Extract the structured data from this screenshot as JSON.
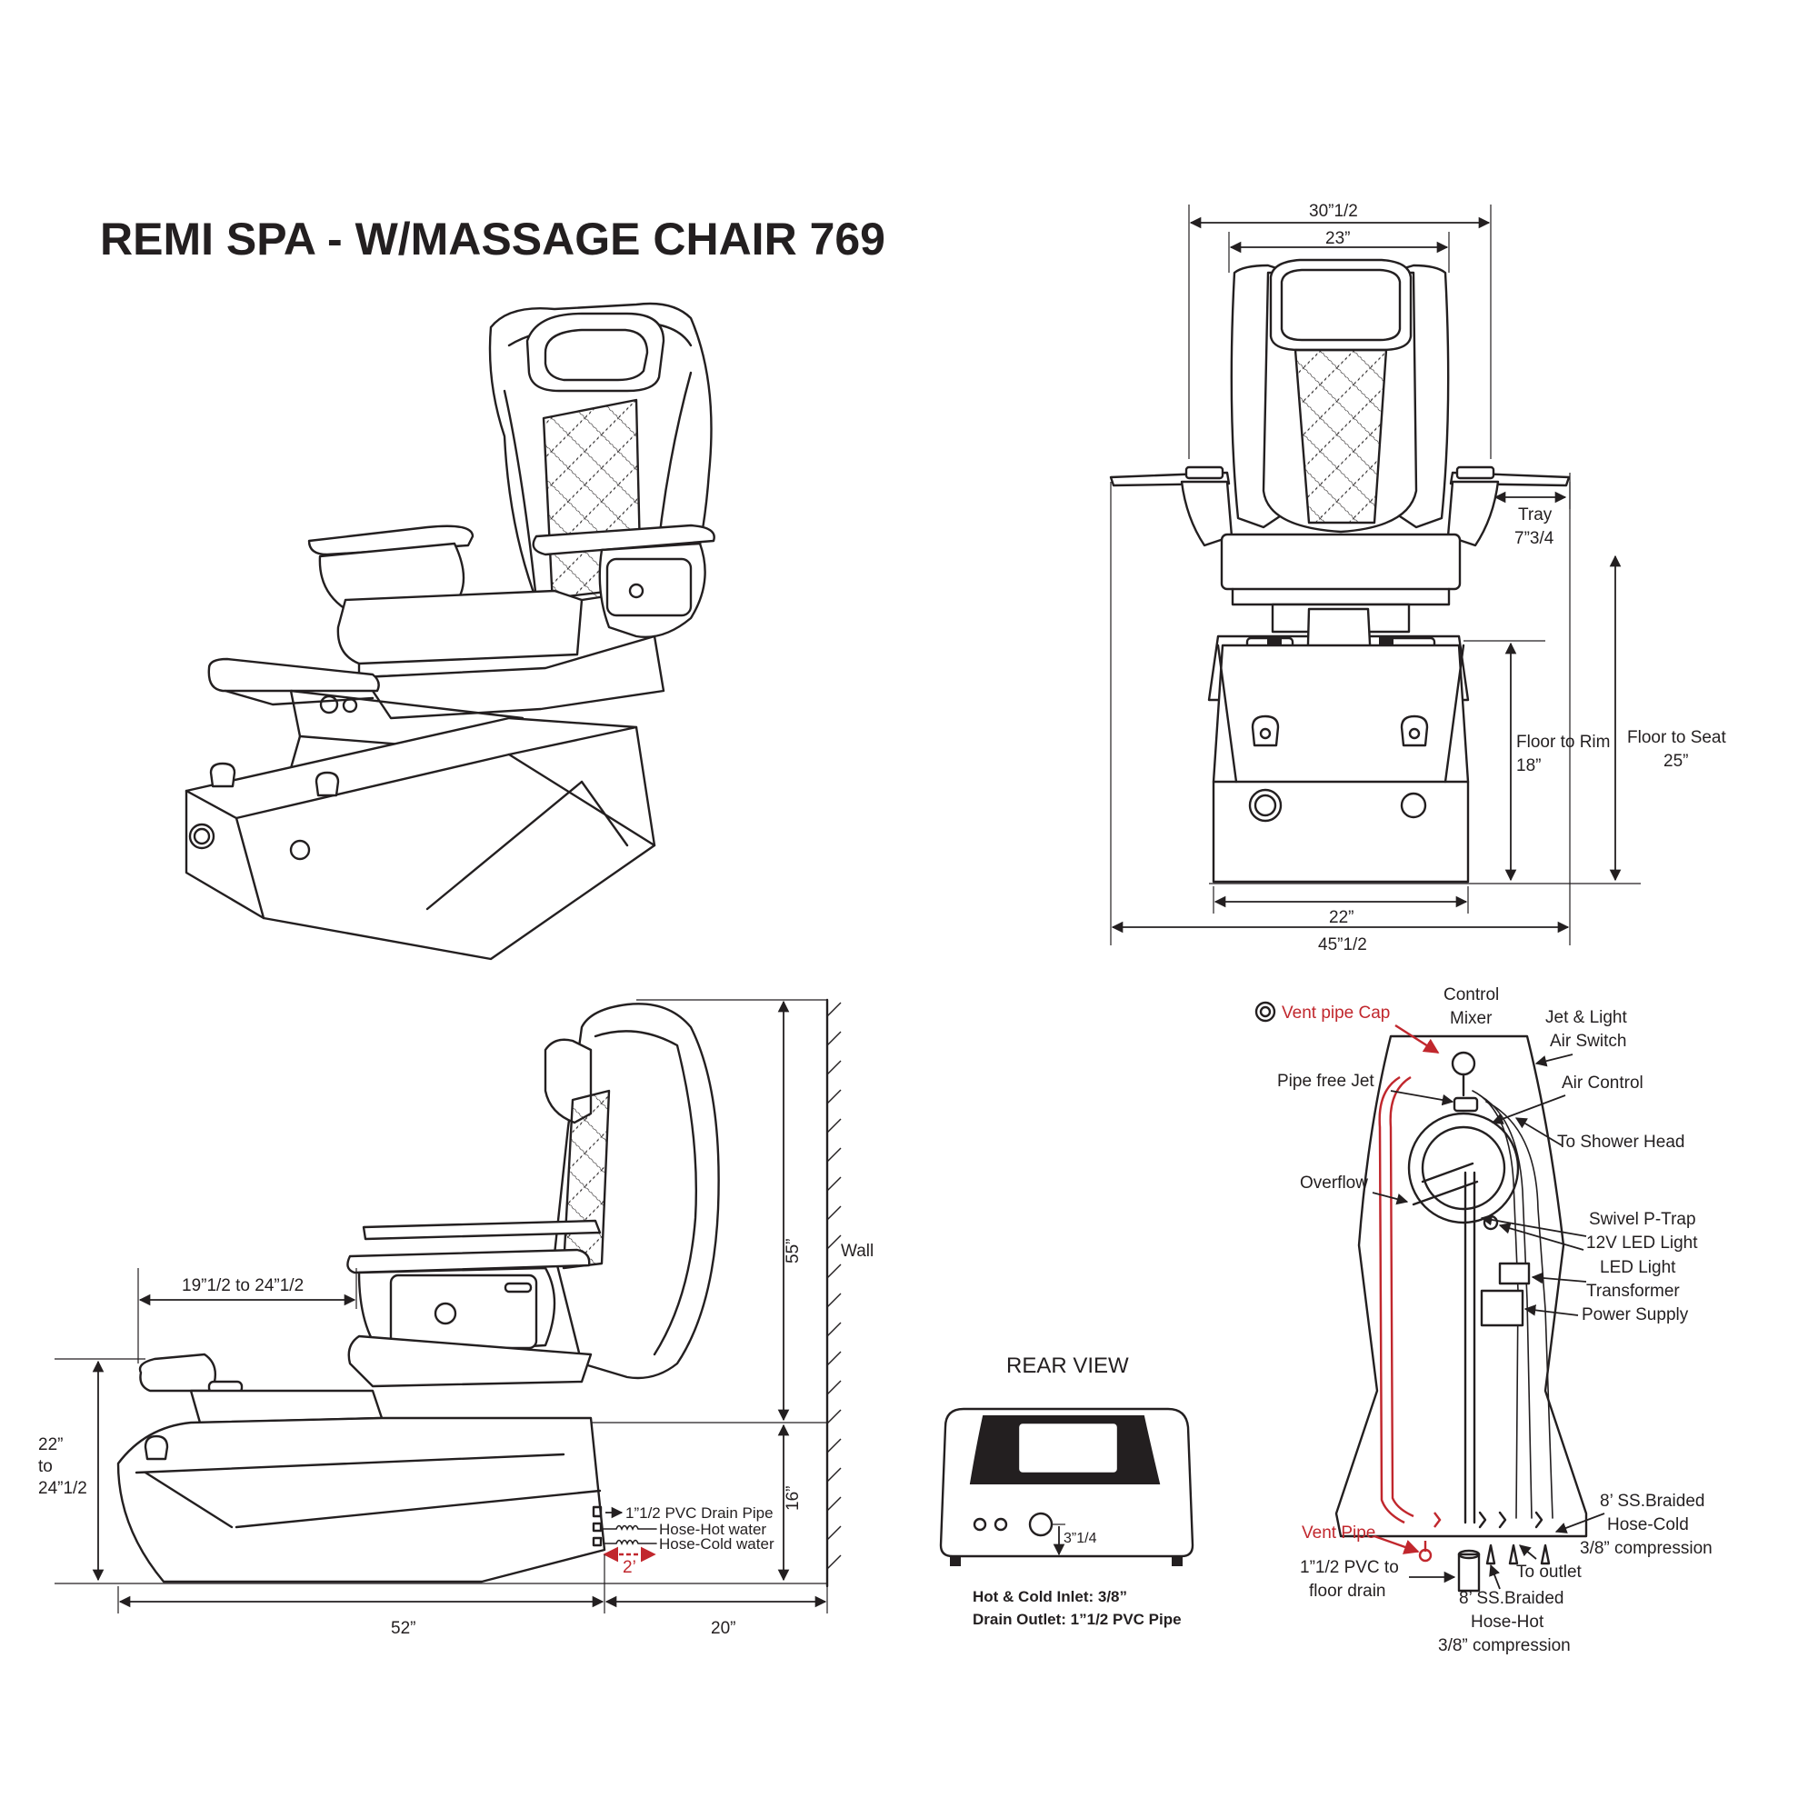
{
  "title": "REMI SPA - W/MASSAGE CHAIR 769",
  "front_view": {
    "width_overall": "30”1/2",
    "width_seat": "23”",
    "tray_label": "Tray",
    "tray_value": "7”3/4",
    "floor_to_rim_label": "Floor to Rim",
    "floor_to_rim_value": "18”",
    "floor_to_seat_label": "Floor to Seat",
    "floor_to_seat_value": "25”",
    "base_width": "22”",
    "overall_width": "45”1/2"
  },
  "side_view": {
    "footrest_range": "19”1/2 to 24”1/2",
    "height_55": "55”",
    "wall_label": "Wall",
    "footrest_height_a": "22”",
    "footrest_height_b": "to",
    "footrest_height_c": "24”1/2",
    "base_height": "16”",
    "drain_pipe": "1”1/2 PVC Drain Pipe",
    "hose_hot": "Hose-Hot water",
    "hose_cold": "Hose-Cold water",
    "clearance": "2’",
    "length": "52”",
    "wall_gap": "20”"
  },
  "rear_view": {
    "title": "REAR VIEW",
    "dim": "3”1/4",
    "inlet": "Hot & Cold Inlet: 3/8”",
    "outlet": "Drain Outlet: 1”1/2 PVC Pipe"
  },
  "plumbing": {
    "vent_cap": "Vent pipe Cap",
    "control_1": "Control",
    "control_2": "Mixer",
    "jet_1": "Jet & Light",
    "jet_2": "Air Switch",
    "pipe_free_jet": "Pipe free Jet",
    "air_control": "Air Control",
    "shower": "To Shower Head",
    "overflow": "Overflow",
    "ptrap": "Swivel P-Trap",
    "led12": "12V LED Light",
    "led_1": "LED Light",
    "led_2": "Transformer",
    "power": "Power Supply",
    "cold_1": "8’ SS.Braided",
    "cold_2": "Hose-Cold",
    "cold_3": "3/8” compression",
    "vent_pipe": "Vent Pipe",
    "pvc_1": "1”1/2 PVC to",
    "pvc_2": "floor drain",
    "to_outlet": "To outlet",
    "hot_1": "8’ SS.Braided",
    "hot_2": "Hose-Hot",
    "hot_3": "3/8” compression"
  },
  "colors": {
    "ink": "#231f20",
    "accent_red": "#c1272d"
  }
}
